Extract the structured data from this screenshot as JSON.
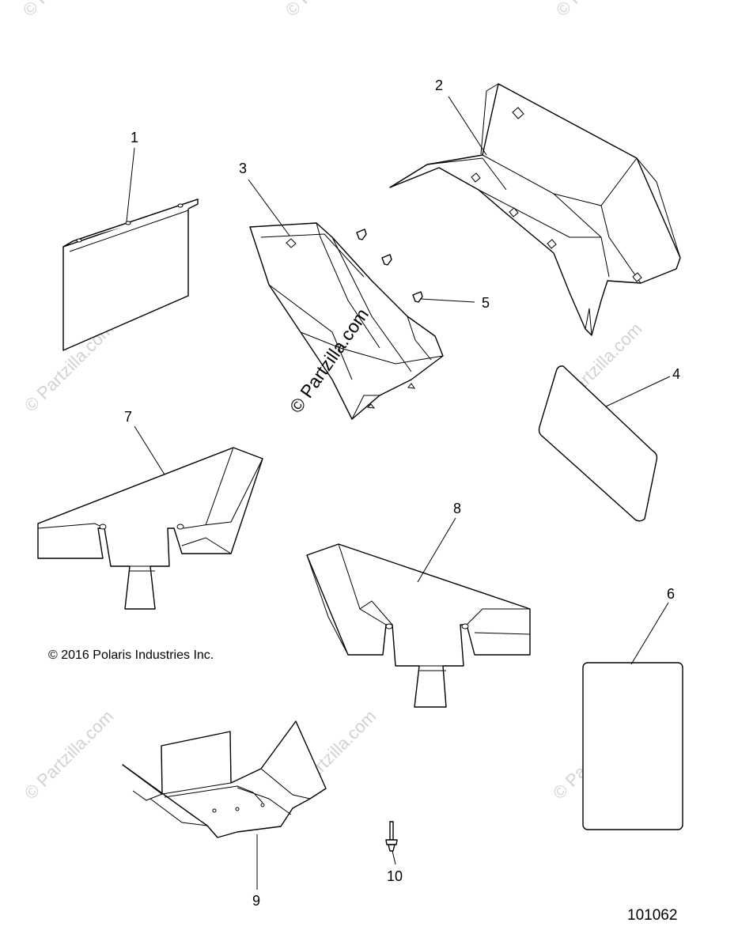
{
  "watermark": "© Partzilla.com",
  "copyright": "© 2016 Polaris Industries Inc.",
  "diagram_number": "101062",
  "callouts": [
    "1",
    "2",
    "3",
    "4",
    "5",
    "6",
    "7",
    "8",
    "9",
    "10"
  ]
}
